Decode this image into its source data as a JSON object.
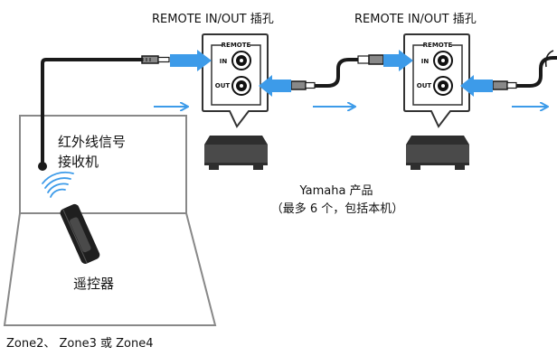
{
  "labels": {
    "jack_label_1": "REMOTE IN/OUT 插孔",
    "jack_label_2": "REMOTE IN/OUT 插孔",
    "ir_receiver": [
      "红外线信号",
      "接收机"
    ],
    "remote_control": "遥控器",
    "zone_caption": "Zone2、 Zone3 或 Zone4",
    "yamaha_product": "Yamaha 产品",
    "product_note": "（最多 6 个，包括本机）"
  },
  "panel": {
    "title": "REMOTE",
    "in_label": "IN",
    "out_label": "OUT"
  },
  "colors": {
    "signal_arrow": "#3d9be9",
    "cable": "#1a1a1a",
    "device": "#4a4a4a",
    "outline": "#333333"
  }
}
